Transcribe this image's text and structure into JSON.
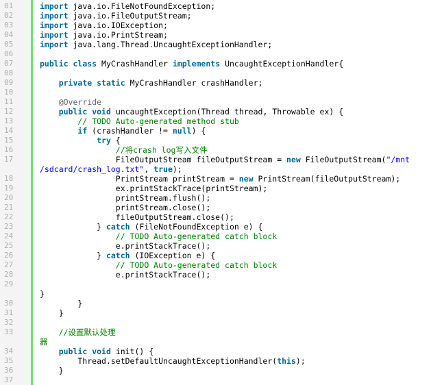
{
  "code_lines": [
    {
      "n": "01",
      "tokens": [
        {
          "t": "kw",
          "v": "import"
        },
        {
          "t": "tx",
          "v": " java.io.FileNotFoundException;"
        }
      ]
    },
    {
      "n": "02",
      "tokens": [
        {
          "t": "kw",
          "v": "import"
        },
        {
          "t": "tx",
          "v": " java.io.FileOutputStream;"
        }
      ]
    },
    {
      "n": "03",
      "tokens": [
        {
          "t": "kw",
          "v": "import"
        },
        {
          "t": "tx",
          "v": " java.io.IOException;"
        }
      ]
    },
    {
      "n": "04",
      "tokens": [
        {
          "t": "kw",
          "v": "import"
        },
        {
          "t": "tx",
          "v": " java.io.PrintStream;"
        }
      ]
    },
    {
      "n": "05",
      "tokens": [
        {
          "t": "kw",
          "v": "import"
        },
        {
          "t": "tx",
          "v": " java.lang.Thread.UncaughtExceptionHandler;"
        }
      ]
    },
    {
      "n": "06",
      "tokens": []
    },
    {
      "n": "07",
      "tokens": [
        {
          "t": "kw",
          "v": "public"
        },
        {
          "t": "tx",
          "v": " "
        },
        {
          "t": "kw",
          "v": "class"
        },
        {
          "t": "tx",
          "v": " MyCrashHandler "
        },
        {
          "t": "kw",
          "v": "implements"
        },
        {
          "t": "tx",
          "v": " UncaughtExceptionHandler{"
        }
      ]
    },
    {
      "n": "08",
      "tokens": []
    },
    {
      "n": "09",
      "tokens": [
        {
          "t": "tx",
          "v": "    "
        },
        {
          "t": "kw",
          "v": "private"
        },
        {
          "t": "tx",
          "v": " "
        },
        {
          "t": "kw",
          "v": "static"
        },
        {
          "t": "tx",
          "v": " MyCrashHandler crashHandler;"
        }
      ]
    },
    {
      "n": "10",
      "tokens": []
    },
    {
      "n": "11",
      "tokens": [
        {
          "t": "tx",
          "v": "    "
        },
        {
          "t": "an",
          "v": "@Override"
        }
      ]
    },
    {
      "n": "12",
      "tokens": [
        {
          "t": "tx",
          "v": "    "
        },
        {
          "t": "kw",
          "v": "public"
        },
        {
          "t": "tx",
          "v": " "
        },
        {
          "t": "kw",
          "v": "void"
        },
        {
          "t": "tx",
          "v": " uncaughtException(Thread thread, Throwable ex) {"
        }
      ]
    },
    {
      "n": "13",
      "tokens": [
        {
          "t": "tx",
          "v": "        "
        },
        {
          "t": "cm",
          "v": "// TODO Auto-generated method stub"
        }
      ]
    },
    {
      "n": "14",
      "tokens": [
        {
          "t": "tx",
          "v": "        "
        },
        {
          "t": "kw",
          "v": "if"
        },
        {
          "t": "tx",
          "v": " (crashHandler != "
        },
        {
          "t": "kw",
          "v": "null"
        },
        {
          "t": "tx",
          "v": ") {"
        }
      ]
    },
    {
      "n": "15",
      "tokens": [
        {
          "t": "tx",
          "v": "            "
        },
        {
          "t": "kw",
          "v": "try"
        },
        {
          "t": "tx",
          "v": " {"
        }
      ]
    },
    {
      "n": "16",
      "tokens": [
        {
          "t": "tx",
          "v": "                "
        },
        {
          "t": "cm",
          "v": "//将crash log写入文件"
        }
      ]
    },
    {
      "n": "17",
      "wrap": true,
      "tokens": [
        {
          "t": "tx",
          "v": "                FileOutputStream fileOutputStream = "
        },
        {
          "t": "kw",
          "v": "new"
        },
        {
          "t": "tx",
          "v": " FileOutputStream("
        },
        {
          "t": "st",
          "v": "\"/mnt"
        }
      ],
      "cont": [
        {
          "t": "st",
          "v": "/sdcard/crash_log.txt\""
        },
        {
          "t": "tx",
          "v": ", "
        },
        {
          "t": "kw",
          "v": "true"
        },
        {
          "t": "tx",
          "v": ");"
        }
      ]
    },
    {
      "n": "18",
      "tokens": [
        {
          "t": "tx",
          "v": "                PrintStream printStream = "
        },
        {
          "t": "kw",
          "v": "new"
        },
        {
          "t": "tx",
          "v": " PrintStream(fileOutputStream);"
        }
      ]
    },
    {
      "n": "19",
      "tokens": [
        {
          "t": "tx",
          "v": "                ex.printStackTrace(printStream);"
        }
      ]
    },
    {
      "n": "20",
      "tokens": [
        {
          "t": "tx",
          "v": "                printStream.flush();"
        }
      ]
    },
    {
      "n": "21",
      "tokens": [
        {
          "t": "tx",
          "v": "                printStream.close();"
        }
      ]
    },
    {
      "n": "22",
      "tokens": [
        {
          "t": "tx",
          "v": "                fileOutputStream.close();"
        }
      ]
    },
    {
      "n": "23",
      "tokens": [
        {
          "t": "tx",
          "v": "            } "
        },
        {
          "t": "kw",
          "v": "catch"
        },
        {
          "t": "tx",
          "v": " (FileNotFoundException e) {"
        }
      ]
    },
    {
      "n": "24",
      "tokens": [
        {
          "t": "tx",
          "v": "                "
        },
        {
          "t": "cm",
          "v": "// TODO Auto-generated catch block"
        }
      ]
    },
    {
      "n": "25",
      "tokens": [
        {
          "t": "tx",
          "v": "                e.printStackTrace();"
        }
      ]
    },
    {
      "n": "26",
      "tokens": [
        {
          "t": "tx",
          "v": "            } "
        },
        {
          "t": "kw",
          "v": "catch"
        },
        {
          "t": "tx",
          "v": " (IOException e) {"
        }
      ]
    },
    {
      "n": "27",
      "tokens": [
        {
          "t": "tx",
          "v": "                "
        },
        {
          "t": "cm",
          "v": "// TODO Auto-generated catch block"
        }
      ]
    },
    {
      "n": "28",
      "tokens": [
        {
          "t": "tx",
          "v": "                e.printStackTrace();"
        }
      ]
    },
    {
      "n": "29",
      "tokens": []
    },
    {
      "n": "",
      "tokens": [
        {
          "t": "tx",
          "v": "}"
        }
      ],
      "outdent": true
    },
    {
      "n": "30",
      "tokens": [
        {
          "t": "tx",
          "v": "        }"
        }
      ]
    },
    {
      "n": "31",
      "tokens": [
        {
          "t": "tx",
          "v": "    }"
        }
      ]
    },
    {
      "n": "32",
      "tokens": []
    },
    {
      "n": "33",
      "wrap": true,
      "tokens": [
        {
          "t": "tx",
          "v": "    "
        },
        {
          "t": "cm",
          "v": "//设置默认处理"
        }
      ],
      "cont_outdent": true,
      "cont": [
        {
          "t": "cm",
          "v": "器"
        }
      ]
    },
    {
      "n": "34",
      "tokens": [
        {
          "t": "tx",
          "v": "    "
        },
        {
          "t": "kw",
          "v": "public"
        },
        {
          "t": "tx",
          "v": " "
        },
        {
          "t": "kw",
          "v": "void"
        },
        {
          "t": "tx",
          "v": " init() {"
        }
      ]
    },
    {
      "n": "35",
      "tokens": [
        {
          "t": "tx",
          "v": "        Thread.setDefaultUncaughtExceptionHandler("
        },
        {
          "t": "kw",
          "v": "this"
        },
        {
          "t": "tx",
          "v": ");"
        }
      ]
    },
    {
      "n": "36",
      "tokens": [
        {
          "t": "tx",
          "v": "    }"
        }
      ]
    },
    {
      "n": "37",
      "tokens": []
    }
  ],
  "colors": {
    "keyword": "#006699",
    "comment": "#008200",
    "string": "#0000ff",
    "annotation": "#646464",
    "gutter_border": "#6ce26c",
    "line_number": "#afafaf"
  }
}
